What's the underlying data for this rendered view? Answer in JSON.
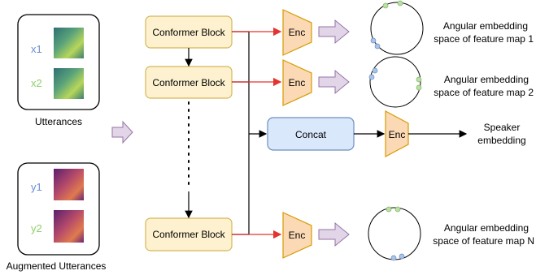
{
  "inputs": {
    "utterances": {
      "caption": "Utterances",
      "items": [
        {
          "label": "x1",
          "color": "#6b8fd4"
        },
        {
          "label": "x2",
          "color": "#8fcf6e"
        }
      ]
    },
    "augmented": {
      "caption": "Augmented Utterances",
      "items": [
        {
          "label": "y1",
          "color": "#6b8fd4"
        },
        {
          "label": "y2",
          "color": "#8fcf6e"
        }
      ]
    }
  },
  "blocks": {
    "conformer_1": "Conformer Block",
    "conformer_2": "Conformer Block",
    "conformer_n": "Conformer Block",
    "concat": "Concat"
  },
  "encoders": {
    "enc_1": "Enc",
    "enc_2": "Enc",
    "enc_concat": "Enc",
    "enc_n": "Enc"
  },
  "outputs": {
    "map1": {
      "line1": "Angular embedding",
      "line2": "space of feature map 1"
    },
    "map2": {
      "line1": "Angular embedding",
      "line2": "space of feature map 2"
    },
    "speaker": {
      "line1": "Speaker",
      "line2": "embedding"
    },
    "mapn": {
      "line1": "Angular embedding",
      "line2": "space of feature map N"
    }
  },
  "colors": {
    "conformer_fill": "#fdf1cf",
    "conformer_stroke": "#d6b656",
    "enc_fill": "#fbd9b5",
    "enc_stroke": "#d79b00",
    "concat_fill": "#dae8fc",
    "concat_stroke": "#6c8ebf",
    "arrow_red": "#e3342f",
    "big_arrow_fill": "#e1d5e7",
    "big_arrow_stroke": "#9673a6",
    "dot_green": "#b9e0a5",
    "dot_blue": "#a9c4eb"
  }
}
